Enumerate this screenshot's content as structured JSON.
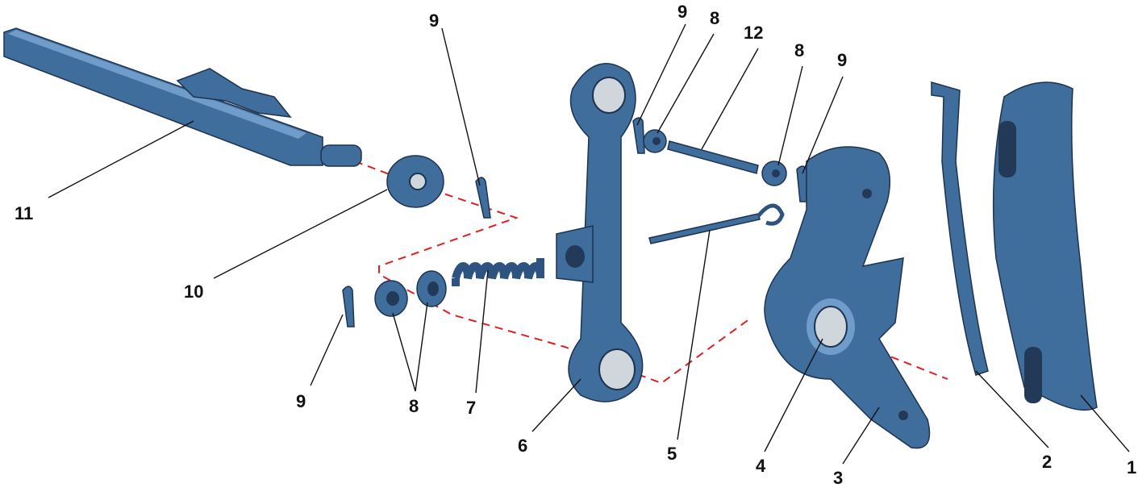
{
  "diagram": {
    "title": "Exploded assembly view",
    "labels": [
      "1",
      "2",
      "3",
      "4",
      "5",
      "6",
      "7",
      "8",
      "8",
      "8",
      "9",
      "9",
      "9",
      "9",
      "10",
      "11",
      "12"
    ],
    "colors": {
      "part": "#3f6d9c",
      "axis_line": "#e02020",
      "leader": "#111111"
    }
  }
}
